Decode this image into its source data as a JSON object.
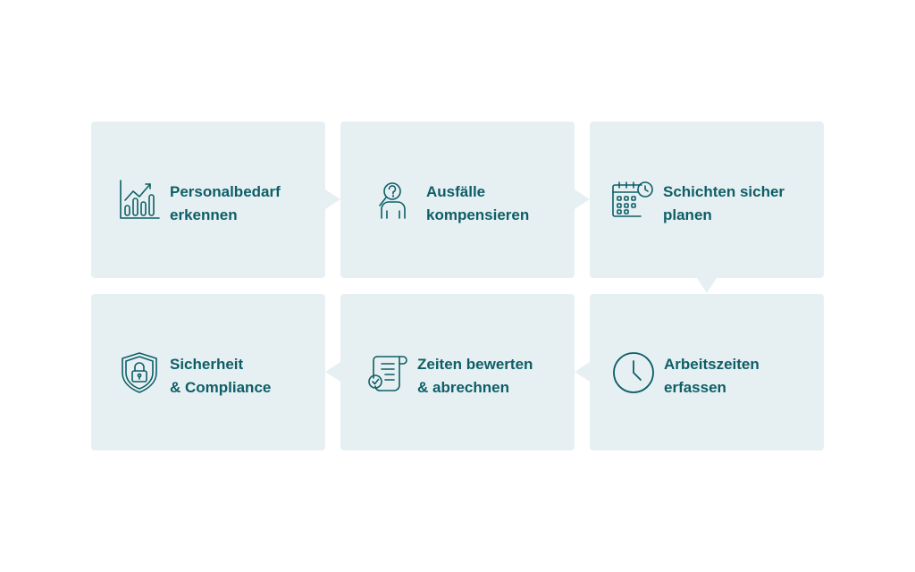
{
  "colors": {
    "card_background": "#e6f0f2",
    "accent": "#0e5e68",
    "page_background": "#ffffff"
  },
  "steps": [
    {
      "icon": "chart-growth-icon",
      "line1": "Personalbedarf",
      "line2": "erkennen"
    },
    {
      "icon": "person-question-icon",
      "line1": "Ausfälle",
      "line2": "kompensieren"
    },
    {
      "icon": "calendar-clock-icon",
      "line1": "Schichten sicher",
      "line2": "planen"
    },
    {
      "icon": "clock-icon",
      "line1": "Arbeitszeiten",
      "line2": "erfassen"
    },
    {
      "icon": "document-check-icon",
      "line1": "Zeiten bewerten",
      "line2": "& abrechnen"
    },
    {
      "icon": "shield-lock-icon",
      "line1": "Sicherheit",
      "line2": "& Compliance"
    }
  ]
}
